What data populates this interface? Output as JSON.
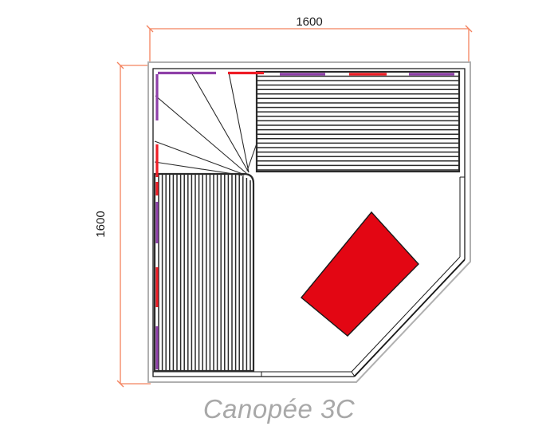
{
  "drawing": {
    "type": "floor-plan",
    "product_title": "Canopée 3C",
    "title_color": "#a8a8a8",
    "background": "#ffffff"
  },
  "dimensions": {
    "top": {
      "label": "1600",
      "unit_implied": "mm",
      "orientation": "horizontal",
      "color": "#f4825e"
    },
    "left": {
      "label": "1600",
      "unit_implied": "mm",
      "orientation": "vertical",
      "color": "#f4825e"
    }
  },
  "colors": {
    "dimension_line": "#f4825e",
    "wall_outline": "#1a1a1a",
    "wall_fill": "#ffffff",
    "slat_line": "#2a2a2a",
    "heater_fill": "#e30613",
    "heater_stroke": "#1a1a1a",
    "marker_purple": "#8e3fa8",
    "marker_red": "#ee1c25",
    "outer_frame": "#b0b0b0",
    "thin_line": "#555555"
  },
  "elements": {
    "heater": {
      "name": "sauna-heater",
      "shape": "rotated-rectangle",
      "fill": "#e30613",
      "rotation_deg": -33
    },
    "upper_bench": {
      "name": "upper-bench-horizontal-slats",
      "slat_direction": "horizontal",
      "slat_count": 22
    },
    "left_bench": {
      "name": "left-bench-vertical-slats",
      "slat_direction": "vertical",
      "slat_count": 27
    },
    "corner": {
      "name": "rounded-corner-arc",
      "description": "radial fan of bench-support lines converging at rounded inner corner",
      "fan_line_count": 6
    },
    "angled_wall": {
      "name": "angled-glass-door-wall",
      "description": "45 degree chamfered corner wall at lower right"
    }
  },
  "wall_markers": {
    "top_wall": [
      {
        "color": "#8e3fa8",
        "name": "marker-purple-1"
      },
      {
        "color": "#ee1c25",
        "name": "marker-red-1"
      },
      {
        "color": "#8e3fa8",
        "name": "marker-purple-2"
      },
      {
        "color": "#ee1c25",
        "name": "marker-red-2"
      },
      {
        "color": "#8e3fa8",
        "name": "marker-purple-3"
      }
    ],
    "left_wall": [
      {
        "color": "#8e3fa8",
        "name": "marker-purple-4"
      },
      {
        "color": "#ee1c25",
        "name": "marker-red-3"
      },
      {
        "color": "#ee1c25",
        "name": "marker-red-4"
      },
      {
        "color": "#8e3fa8",
        "name": "marker-purple-5"
      },
      {
        "color": "#ee1c25",
        "name": "marker-red-5"
      },
      {
        "color": "#8e3fa8",
        "name": "marker-purple-6"
      }
    ]
  }
}
